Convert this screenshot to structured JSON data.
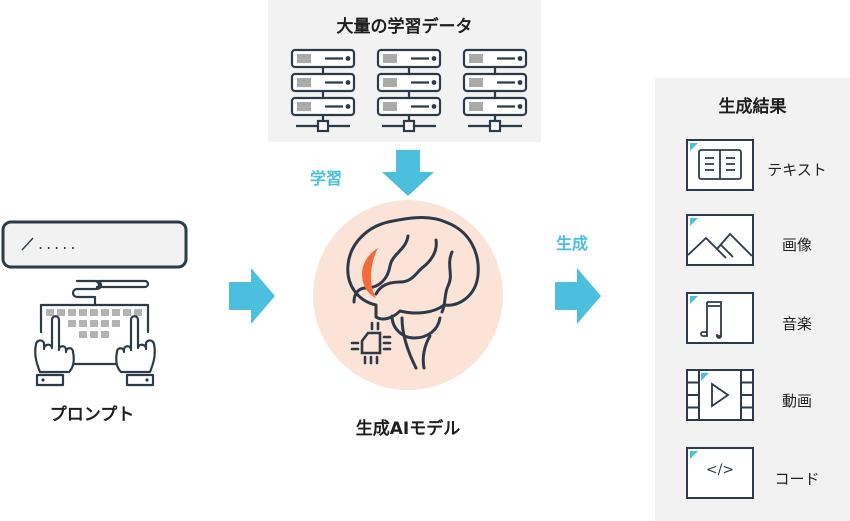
{
  "training_data": {
    "title": "大量の学習データ",
    "server_count": 3
  },
  "learn_label": "学習",
  "generate_label": "生成",
  "prompt": {
    "input_text": "／.....",
    "label": "プロンプト"
  },
  "model": {
    "label": "生成AIモデル"
  },
  "results": {
    "title": "生成結果",
    "items": [
      {
        "label": "テキスト",
        "icon": "document-icon"
      },
      {
        "label": "画像",
        "icon": "image-icon"
      },
      {
        "label": "音楽",
        "icon": "music-icon"
      },
      {
        "label": "動画",
        "icon": "video-icon"
      },
      {
        "label": "コード",
        "icon": "code-icon"
      }
    ]
  },
  "colors": {
    "accent": "#4bbfdc",
    "dark": "#2d3a4a",
    "brain_bg": "#fbe3d8",
    "highlight": "#f26b3a",
    "panel": "#f2f2f2"
  }
}
